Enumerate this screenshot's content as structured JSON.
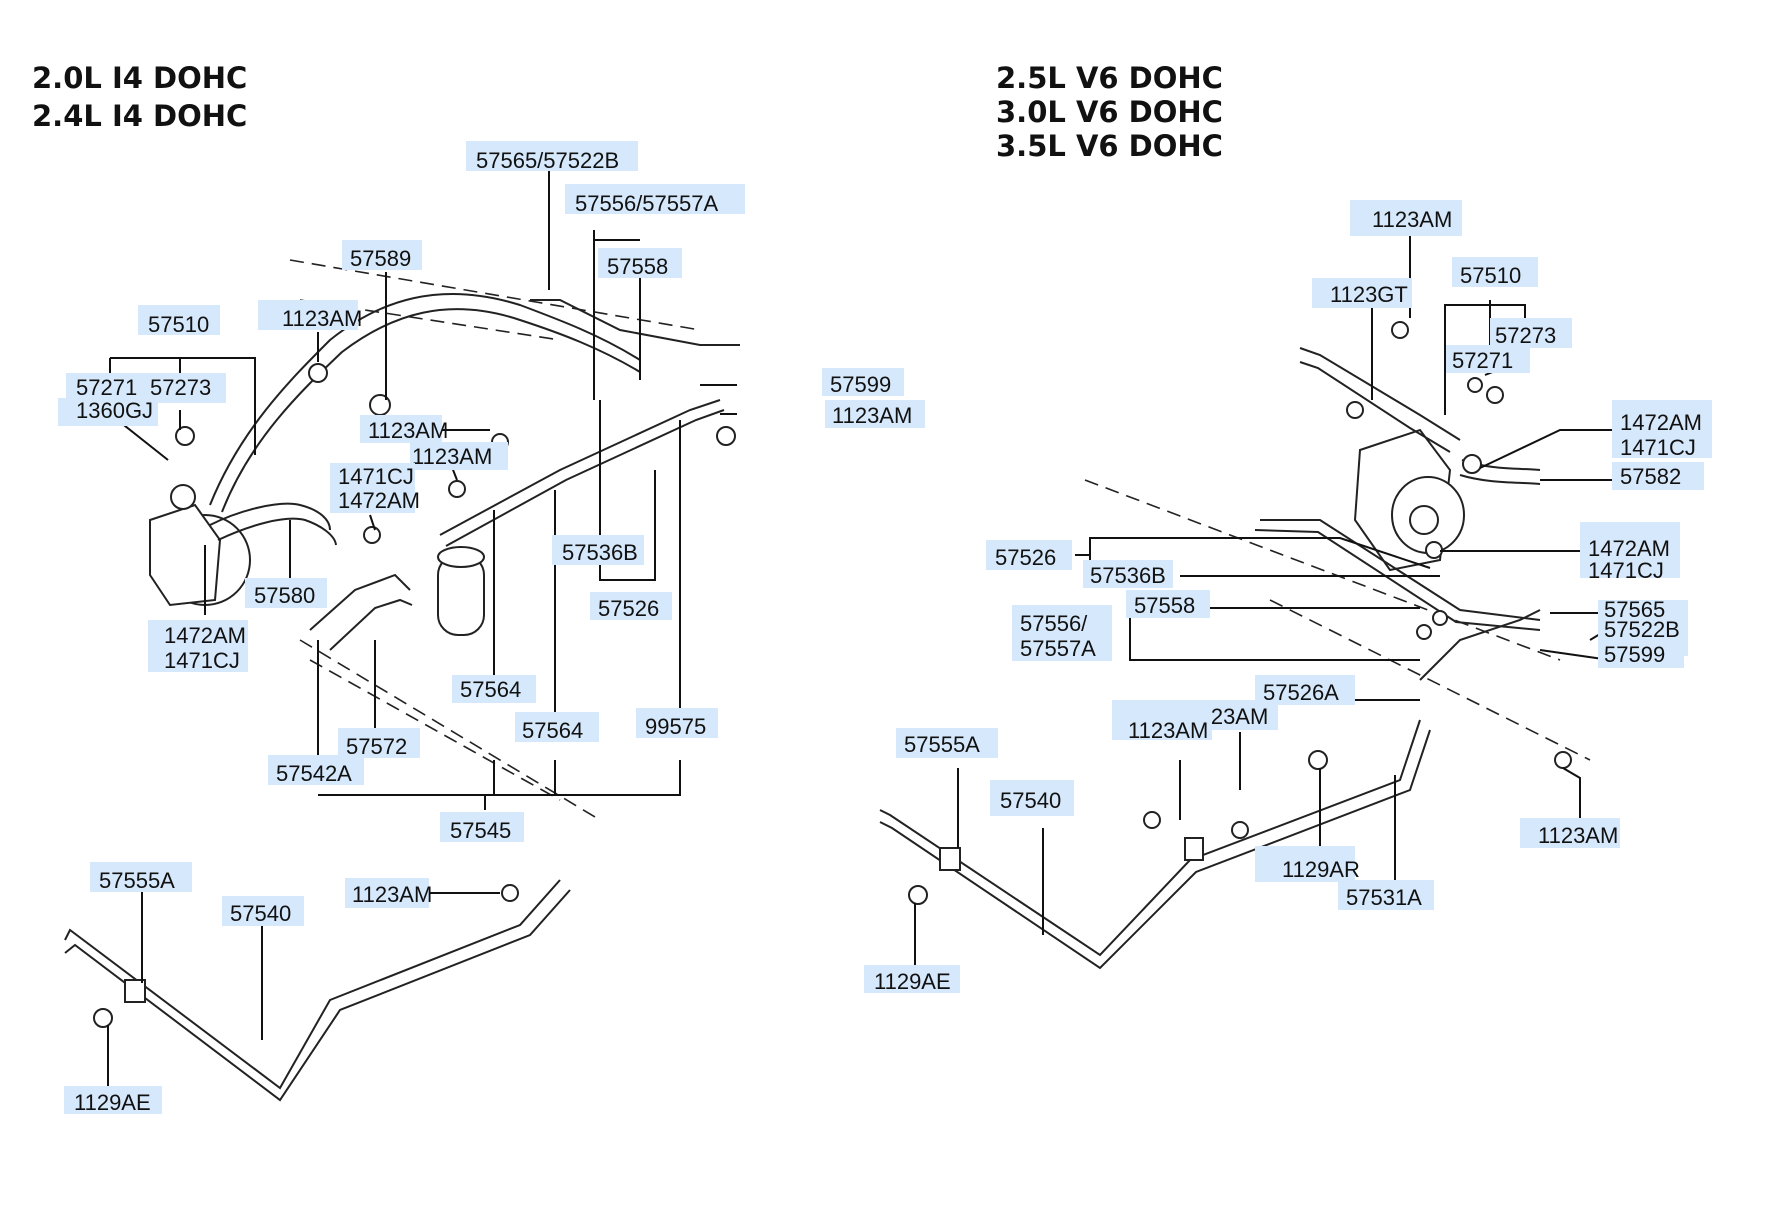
{
  "left_panel": {
    "engines": [
      "2.0L I4 DOHC",
      "2.4L I4 DOHC"
    ],
    "callouts": {
      "p57565_57522B": "57565/57522B",
      "p57556_57557A": "57556/57557A",
      "p57558": "57558",
      "p57589": "57589",
      "p1123AM_a": "1123AM",
      "p57510": "57510",
      "p57271": "57271",
      "p57273": "57273",
      "p1360GJ": "1360GJ",
      "p57599": "57599",
      "p1123AM_b": "1123AM",
      "p1123AM_c": "1123AM",
      "p1123AM_d": "1123AM",
      "p1471CJ_a": "1471CJ",
      "p1472AM_a": "1472AM",
      "p57536B": "57536B",
      "p57526": "57526",
      "p57580": "57580",
      "p1472AM_b": "1472AM",
      "p1471CJ_b": "1471CJ",
      "p57564_a": "57564",
      "p57564_b": "57564",
      "p99575": "99575",
      "p57572": "57572",
      "p57542A": "57542A",
      "p57545": "57545",
      "p57555A": "57555A",
      "p57540": "57540",
      "p1123AM_e": "1123AM",
      "p1129AE": "1129AE"
    }
  },
  "right_panel": {
    "engines": [
      "2.5L V6 DOHC",
      "3.0L V6 DOHC",
      "3.5L V6 DOHC"
    ],
    "callouts": {
      "p1123AM_a": "1123AM",
      "p57510": "57510",
      "p1123GT": "1123GT",
      "p57273": "57273",
      "p57271": "57271",
      "p1472AM_a": "1472AM",
      "p1471CJ_a": "1471CJ",
      "p57582": "57582",
      "p1472AM_b": "1472AM",
      "p1471CJ_b": "1471CJ",
      "p57526": "57526",
      "p57536B": "57536B",
      "p57558": "57558",
      "p57556": "57556/",
      "p57557A": "57557A",
      "p57565": "57565",
      "p57522B": "57522B",
      "p57599": "57599",
      "p57526A": "57526A",
      "p1123AM_b": "1123AM",
      "p1123AM_c": "1123AM",
      "p57555A": "57555A",
      "p57540": "57540",
      "p1123AM_d": "1123AM",
      "p1129AR": "1129AR",
      "p57531A": "57531A",
      "p1129AE": "1129AE"
    }
  }
}
